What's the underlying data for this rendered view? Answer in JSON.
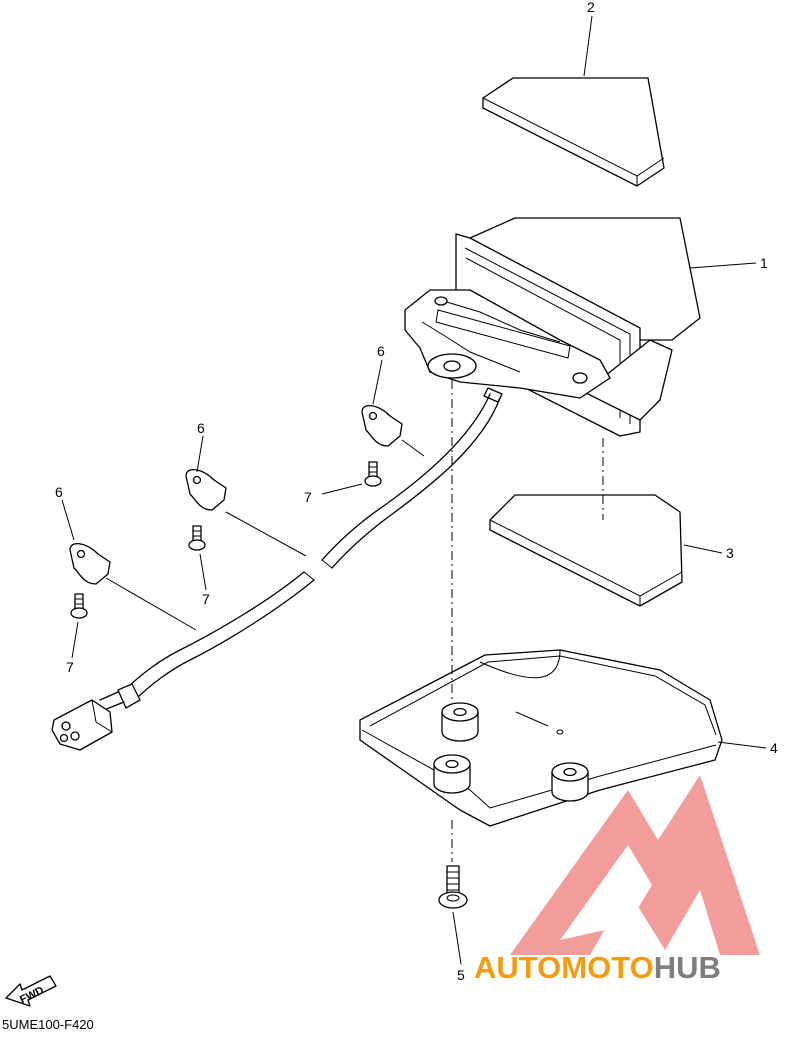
{
  "diagram": {
    "figure_code": "5UME100-F420",
    "fwd_label": "FWD",
    "callouts": {
      "c1": "1",
      "c2": "2",
      "c3": "3",
      "c4": "4",
      "c5": "5",
      "c6a": "6",
      "c6b": "6",
      "c6c": "6",
      "c7a": "7",
      "c7b": "7",
      "c7c": "7"
    }
  },
  "watermark": {
    "part1": "AUTOMOTO",
    "part2": "HUB",
    "color_primary": "#f39c12",
    "color_secondary": "#7f7f7f",
    "logo_color": "#f28b8b"
  }
}
